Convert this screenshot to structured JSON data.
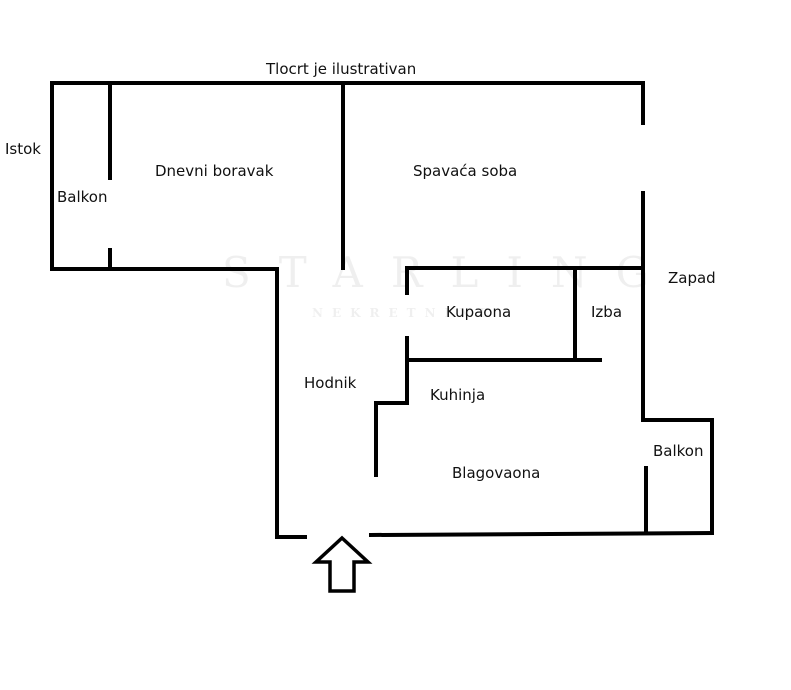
{
  "title": "Tlocrt je ilustrativan",
  "orientation": {
    "east": "Istok",
    "west": "Zapad"
  },
  "rooms": {
    "balkon_east": "Balkon",
    "dnevni_boravak": "Dnevni boravak",
    "spavaca_soba": "Spavaća soba",
    "kupaona": "Kupaona",
    "izba": "Izba",
    "hodnik": "Hodnik",
    "kuhinja": "Kuhinja",
    "blagovaona": "Blagovaona",
    "balkon_west": "Balkon"
  },
  "watermark": {
    "brand": "STARLING",
    "sub": "NEKRETNINE"
  },
  "colors": {
    "wall": "#000000",
    "text": "#111111"
  }
}
